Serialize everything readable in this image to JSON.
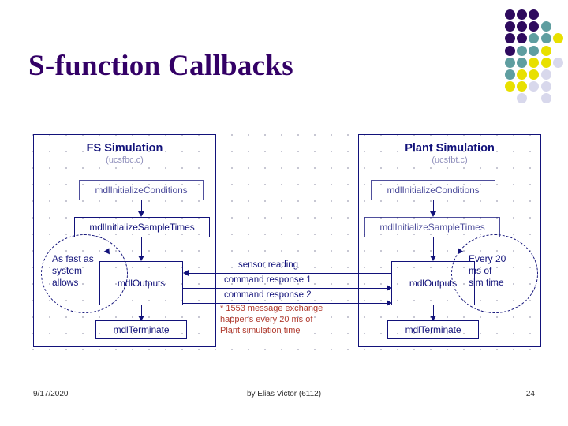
{
  "slide": {
    "title": "S-function Callbacks",
    "title_color": "#330066"
  },
  "decor": {
    "dot_colors": {
      "purple": "#2e0a5e",
      "teal": "#5f9ea0",
      "yellow": "#e8e000",
      "lavender": "#d8d8ec"
    },
    "dots": [
      {
        "c": 0,
        "r": 0,
        "color": "purple"
      },
      {
        "c": 1,
        "r": 0,
        "color": "purple"
      },
      {
        "c": 2,
        "r": 0,
        "color": "purple"
      },
      {
        "c": 0,
        "r": 1,
        "color": "purple"
      },
      {
        "c": 1,
        "r": 1,
        "color": "purple"
      },
      {
        "c": 2,
        "r": 1,
        "color": "purple"
      },
      {
        "c": 3,
        "r": 1,
        "color": "teal"
      },
      {
        "c": 0,
        "r": 2,
        "color": "purple"
      },
      {
        "c": 1,
        "r": 2,
        "color": "purple"
      },
      {
        "c": 2,
        "r": 2,
        "color": "teal"
      },
      {
        "c": 3,
        "r": 2,
        "color": "teal"
      },
      {
        "c": 4,
        "r": 2,
        "color": "yellow"
      },
      {
        "c": 0,
        "r": 3,
        "color": "purple"
      },
      {
        "c": 1,
        "r": 3,
        "color": "teal"
      },
      {
        "c": 2,
        "r": 3,
        "color": "teal"
      },
      {
        "c": 3,
        "r": 3,
        "color": "yellow"
      },
      {
        "c": 0,
        "r": 4,
        "color": "teal"
      },
      {
        "c": 1,
        "r": 4,
        "color": "teal"
      },
      {
        "c": 2,
        "r": 4,
        "color": "yellow"
      },
      {
        "c": 3,
        "r": 4,
        "color": "yellow"
      },
      {
        "c": 4,
        "r": 4,
        "color": "lavender"
      },
      {
        "c": 0,
        "r": 5,
        "color": "teal"
      },
      {
        "c": 1,
        "r": 5,
        "color": "yellow"
      },
      {
        "c": 2,
        "r": 5,
        "color": "yellow"
      },
      {
        "c": 3,
        "r": 5,
        "color": "lavender"
      },
      {
        "c": 0,
        "r": 6,
        "color": "yellow"
      },
      {
        "c": 1,
        "r": 6,
        "color": "yellow"
      },
      {
        "c": 2,
        "r": 6,
        "color": "lavender"
      },
      {
        "c": 3,
        "r": 6,
        "color": "lavender"
      },
      {
        "c": 1,
        "r": 7,
        "color": "lavender"
      },
      {
        "c": 3,
        "r": 7,
        "color": "lavender"
      }
    ]
  },
  "diagram": {
    "left_panel": {
      "title": "FS Simulation",
      "subtitle": "(ucsfbc.c)",
      "nodes": {
        "init_conditions": "mdlInitializeConditions",
        "init_sample_times": "mdlInitializeSampleTimes",
        "outputs": "mdlOutputs",
        "terminate": "mdlTerminate"
      },
      "loop_label": "As fast as\nsystem\nallows"
    },
    "right_panel": {
      "title": "Plant Simulation",
      "subtitle": "(ucsfbt.c)",
      "nodes": {
        "init_conditions": "mdlInitializeConditions",
        "init_sample_times": "mdlInitializeSampleTimes",
        "outputs": "mdlOutputs",
        "terminate": "mdlTerminate"
      },
      "loop_label": "Every 20\nms of\nsim time"
    },
    "messages": [
      {
        "label": "sensor reading",
        "direction": "right-to-left"
      },
      {
        "label": "command response 1",
        "direction": "left-to-right"
      },
      {
        "label": "command response 2",
        "direction": "left-to-right"
      }
    ],
    "footnote": "* 1553 message exchange\nhappens every 20 ms of\nPlant simulation time",
    "footnote_color": "#b03a2e"
  },
  "footer": {
    "date": "9/17/2020",
    "author": "by Elias Victor (6112)",
    "page": "24"
  }
}
